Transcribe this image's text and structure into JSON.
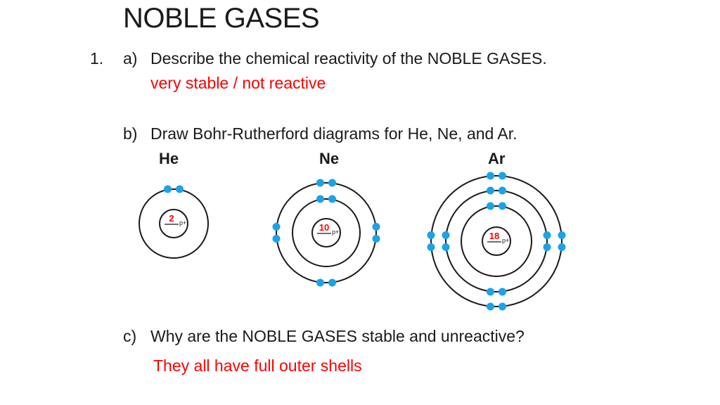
{
  "slide": {
    "title": "NOBLE GASES",
    "question_number": "1.",
    "part_a": {
      "letter": "a)",
      "question": "Describe the chemical reactivity of the NOBLE GASES.",
      "answer": "very stable  / not reactive"
    },
    "part_b": {
      "letter": "b)",
      "question": "Draw Bohr-Rutherford diagrams for He, Ne, and Ar."
    },
    "part_c": {
      "letter": "c)",
      "question": "Why are the NOBLE GASES stable and unreactive?",
      "answer": "They all have full outer shells"
    }
  },
  "elements": [
    {
      "symbol": "He",
      "protons": "2",
      "unit": "p+",
      "shells": [
        2
      ]
    },
    {
      "symbol": "Ne",
      "protons": "10",
      "unit": "p+",
      "shells": [
        2,
        8
      ]
    },
    {
      "symbol": "Ar",
      "protons": "18",
      "unit": "p+",
      "shells": [
        2,
        8,
        8
      ]
    }
  ],
  "colors": {
    "answer": "#ff0000",
    "electron": "#1aa3e8",
    "proton_number": "#ff0000",
    "text": "#1a1a1a"
  }
}
